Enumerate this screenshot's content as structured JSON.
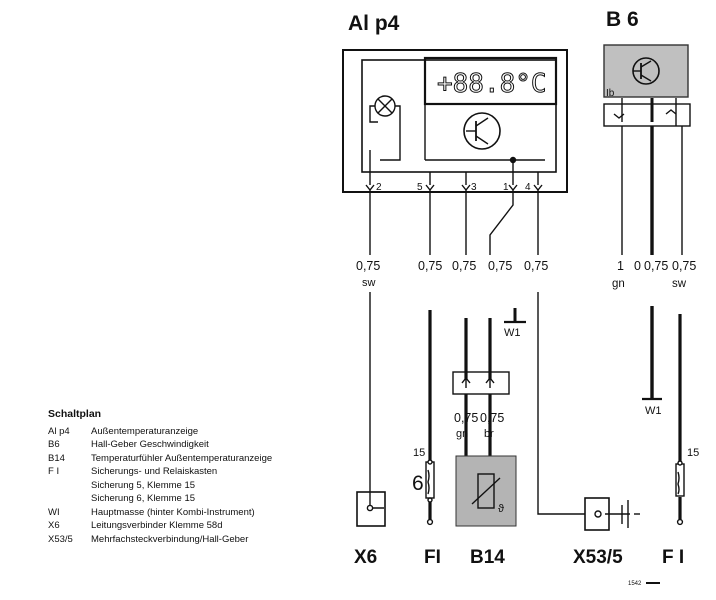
{
  "components": {
    "al_p4": "Al p4",
    "b6": "B 6",
    "display": "+88.8°C",
    "b6_ib": "Ib"
  },
  "pins": {
    "p2": "2",
    "p5": "5",
    "p3": "3",
    "p1": "1",
    "p4": "4"
  },
  "wires": {
    "w1_size": "0,75",
    "w1_color": "sw",
    "w2_size": "0,75",
    "w3_size": "0,75",
    "w4_size": "0,75",
    "w5_size": "0,75",
    "b6_w1_num": "1",
    "b6_w1_color": "gn",
    "b6_w2_num": "0",
    "b6_w3_size": "0,75",
    "b6_w3_color": "sw",
    "b14_w1_size": "0,75",
    "b14_w1_color": "gn",
    "b14_w2_size": "0,75",
    "b14_w2_color": "br"
  },
  "markers": {
    "ground1": "W1",
    "ground2": "W1",
    "fuse_left": "15",
    "fuse_left_num": "6",
    "fuse_right": "15"
  },
  "bottom_labels": {
    "x6": "X6",
    "fi_left": "FI",
    "b14": "B14",
    "x53": "X53/5",
    "fi_right": "F I",
    "ref": "1542"
  },
  "legend": {
    "title": "Schaltplan",
    "rows": [
      {
        "code": "Al p4",
        "text": "Außentemperaturanzeige"
      },
      {
        "code": "B6",
        "text": "Hall-Geber Geschwindigkeit"
      },
      {
        "code": "B14",
        "text": "Temperaturfühler Außentemperaturanzeige"
      },
      {
        "code": "F I",
        "text": "Sicherungs- und Relaiskasten"
      }
    ],
    "subrows": [
      "Sicherung 5, Klemme 15",
      "Sicherung 6, Klemme 15"
    ],
    "rows2": [
      {
        "code": "WI",
        "text": "Hauptmasse (hinter Kombi-Instrument)"
      },
      {
        "code": "X6",
        "text": "Leitungsverbinder Klemme 58d"
      },
      {
        "code": "X53/5",
        "text": "Mehrfachsteckverbindung/Hall-Geber"
      }
    ]
  }
}
